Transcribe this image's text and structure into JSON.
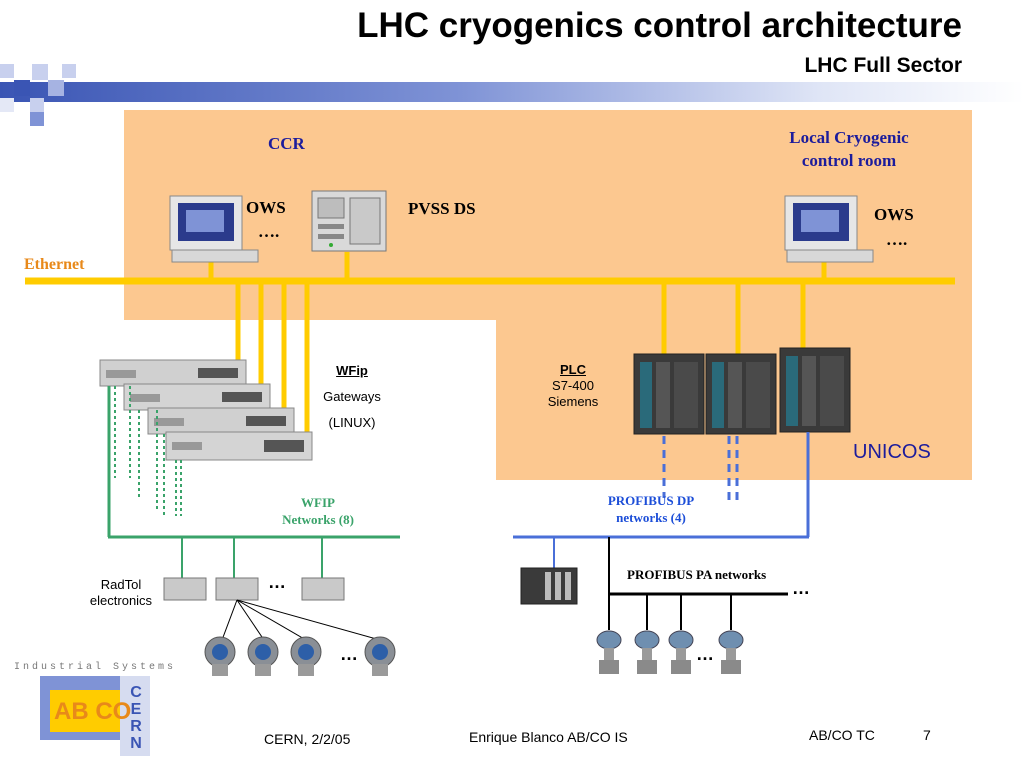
{
  "title": "LHC cryogenics control architecture",
  "subtitle": "LHC Full Sector",
  "labels": {
    "ccr": "CCR",
    "local_room_line1": "Local Cryogenic",
    "local_room_line2": "control room",
    "ows_left": "OWS",
    "ows_left_dots": "….",
    "pvss": "PVSS DS",
    "ows_right": "OWS",
    "ows_right_dots": "….",
    "ethernet": "Ethernet",
    "wfip_title": "WFip",
    "wfip_gateways": "Gateways",
    "wfip_linux": "(LINUX)",
    "plc_title": "PLC",
    "plc_model": "S7-400",
    "plc_vendor": "Siemens",
    "unicos": "UNICOS",
    "wfip_networks_line1": "WFIP",
    "wfip_networks_line2": "Networks (8)",
    "profibus_dp_line1": "PROFIBUS DP",
    "profibus_dp_line2": "networks (4)",
    "profibus_pa": "PROFIBUS PA networks",
    "radtol_line1": "RadTol",
    "radtol_line2": "electronics",
    "ellipsis_radtol": "…",
    "ellipsis_sensors": "…",
    "ellipsis_pa_bus": "…",
    "ellipsis_valves": "…"
  },
  "logo": {
    "industrial_systems": "Industrial Systems",
    "abco": "AB CO",
    "cern": "CERN"
  },
  "footer": {
    "left": "CERN, 2/2/05",
    "center": "Enrique Blanco AB/CO IS",
    "right": "AB/CO TC",
    "page": "7"
  },
  "colors": {
    "accent_blue": "#3a55b4",
    "zone_orange": "#fcc890",
    "ethernet_yellow": "#ffcc00",
    "wfip_green": "#3aa36a",
    "profibus_blue": "#4a6fd8",
    "label_blue": "#1c1c9c",
    "ethernet_label": "#e8891a"
  }
}
